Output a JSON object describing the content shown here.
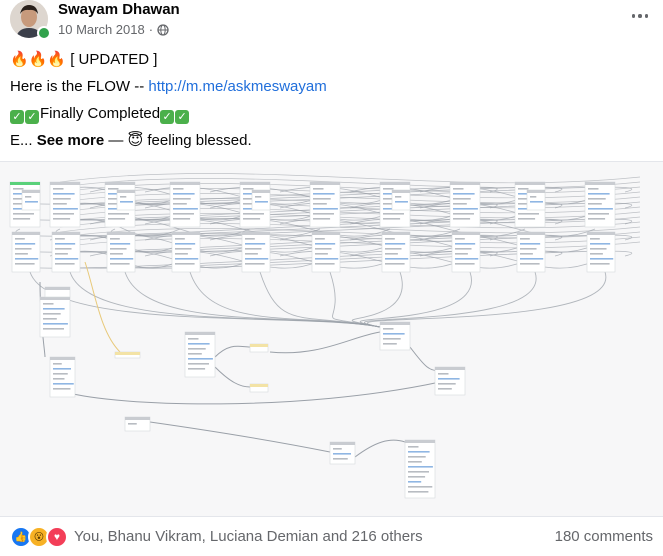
{
  "post": {
    "author": "Swayam Dhawan",
    "date": "10 March 2018",
    "separator": "·",
    "audience_icon": "globe-icon",
    "line1_prefix": "🔥🔥🔥",
    "line1_text": "[ UPDATED ]",
    "line2_text": "Here is the FLOW --",
    "line2_link": "http://m.me/askmeswayam",
    "line3_text": "Finally Completed",
    "line4_prefix": "E...",
    "line4_see_more": "See more",
    "line4_dash": "—",
    "line4_emoji": "😇",
    "line4_feeling": "feeling blessed."
  },
  "footer": {
    "reactions_text": "You, Bhanu Vikram, Luciana Demian and 216 others",
    "comments_text": "180 comments",
    "reaction_icons": [
      "like-icon",
      "wow-icon",
      "love-icon"
    ]
  },
  "colors": {
    "link": "#216fdb",
    "meta": "#65676b",
    "online": "#31a24c",
    "like": "#1877f2",
    "love": "#f33e58",
    "wow": "#f7b125"
  }
}
